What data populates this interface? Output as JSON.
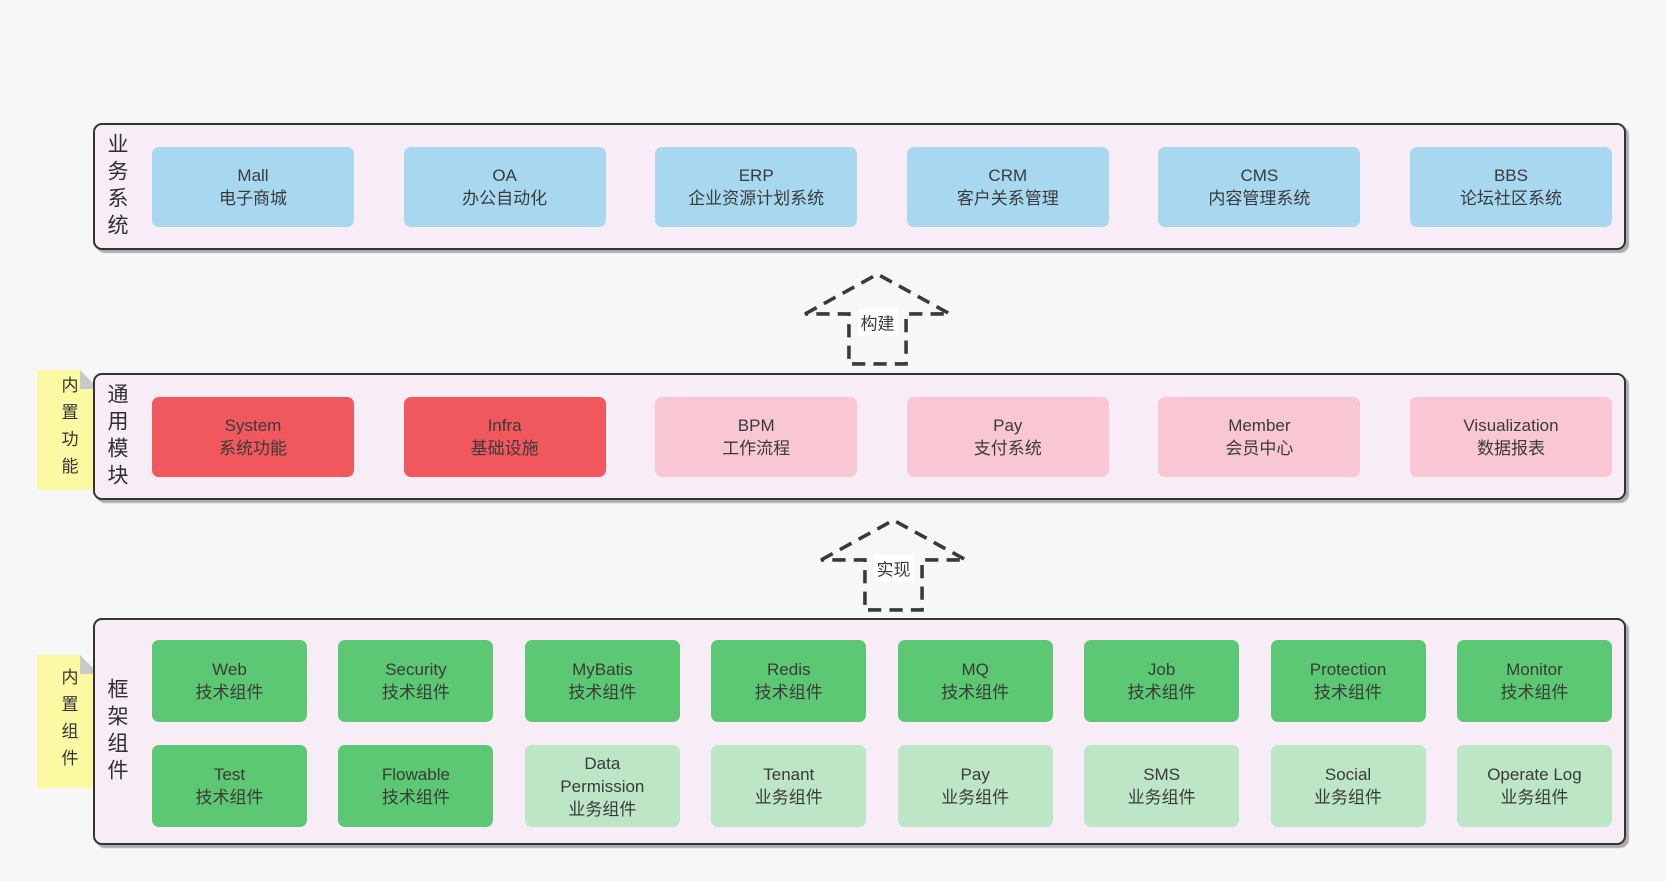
{
  "diagram": {
    "background": "#f7f7f7",
    "panel_fill": "#f8edf6",
    "panel_border": "#333333",
    "colors": {
      "business_box": "#a8d8f0",
      "core_module_box": "#f0585d",
      "optional_module_box": "#f9c7d3",
      "tech_component_box": "#5dc873",
      "biz_component_box": "#bce6c6",
      "sticky_note": "#fbf9a2"
    }
  },
  "sections": {
    "business": {
      "label": "业务系统",
      "boxes": [
        {
          "title": "Mall",
          "subtitle": "电子商城"
        },
        {
          "title": "OA",
          "subtitle": "办公自动化"
        },
        {
          "title": "ERP",
          "subtitle": "企业资源计划系统"
        },
        {
          "title": "CRM",
          "subtitle": "客户关系管理"
        },
        {
          "title": "CMS",
          "subtitle": "内容管理系统"
        },
        {
          "title": "BBS",
          "subtitle": "论坛社区系统"
        }
      ]
    },
    "modules": {
      "label": "通用模块",
      "sticky": "内置功能",
      "boxes": [
        {
          "title": "System",
          "subtitle": "系统功能"
        },
        {
          "title": "Infra",
          "subtitle": "基础设施"
        },
        {
          "title": "BPM",
          "subtitle": "工作流程"
        },
        {
          "title": "Pay",
          "subtitle": "支付系统"
        },
        {
          "title": "Member",
          "subtitle": "会员中心"
        },
        {
          "title": "Visualization",
          "subtitle": "数据报表"
        }
      ]
    },
    "components": {
      "label": "框架组件",
      "sticky": "内置组件",
      "row1": [
        {
          "title": "Web",
          "subtitle": "技术组件"
        },
        {
          "title": "Security",
          "subtitle": "技术组件"
        },
        {
          "title": "MyBatis",
          "subtitle": "技术组件"
        },
        {
          "title": "Redis",
          "subtitle": "技术组件"
        },
        {
          "title": "MQ",
          "subtitle": "技术组件"
        },
        {
          "title": "Job",
          "subtitle": "技术组件"
        },
        {
          "title": "Protection",
          "subtitle": "技术组件"
        },
        {
          "title": "Monitor",
          "subtitle": "技术组件"
        }
      ],
      "row2": [
        {
          "title": "Test",
          "subtitle": "技术组件"
        },
        {
          "title": "Flowable",
          "subtitle": "技术组件"
        },
        {
          "title": "Data\nPermission",
          "subtitle": "业务组件"
        },
        {
          "title": "Tenant",
          "subtitle": "业务组件"
        },
        {
          "title": "Pay",
          "subtitle": "业务组件"
        },
        {
          "title": "SMS",
          "subtitle": "业务组件"
        },
        {
          "title": "Social",
          "subtitle": "业务组件"
        },
        {
          "title": "Operate Log",
          "subtitle": "业务组件"
        }
      ]
    }
  },
  "arrows": [
    {
      "label": "构建"
    },
    {
      "label": "实现"
    }
  ]
}
